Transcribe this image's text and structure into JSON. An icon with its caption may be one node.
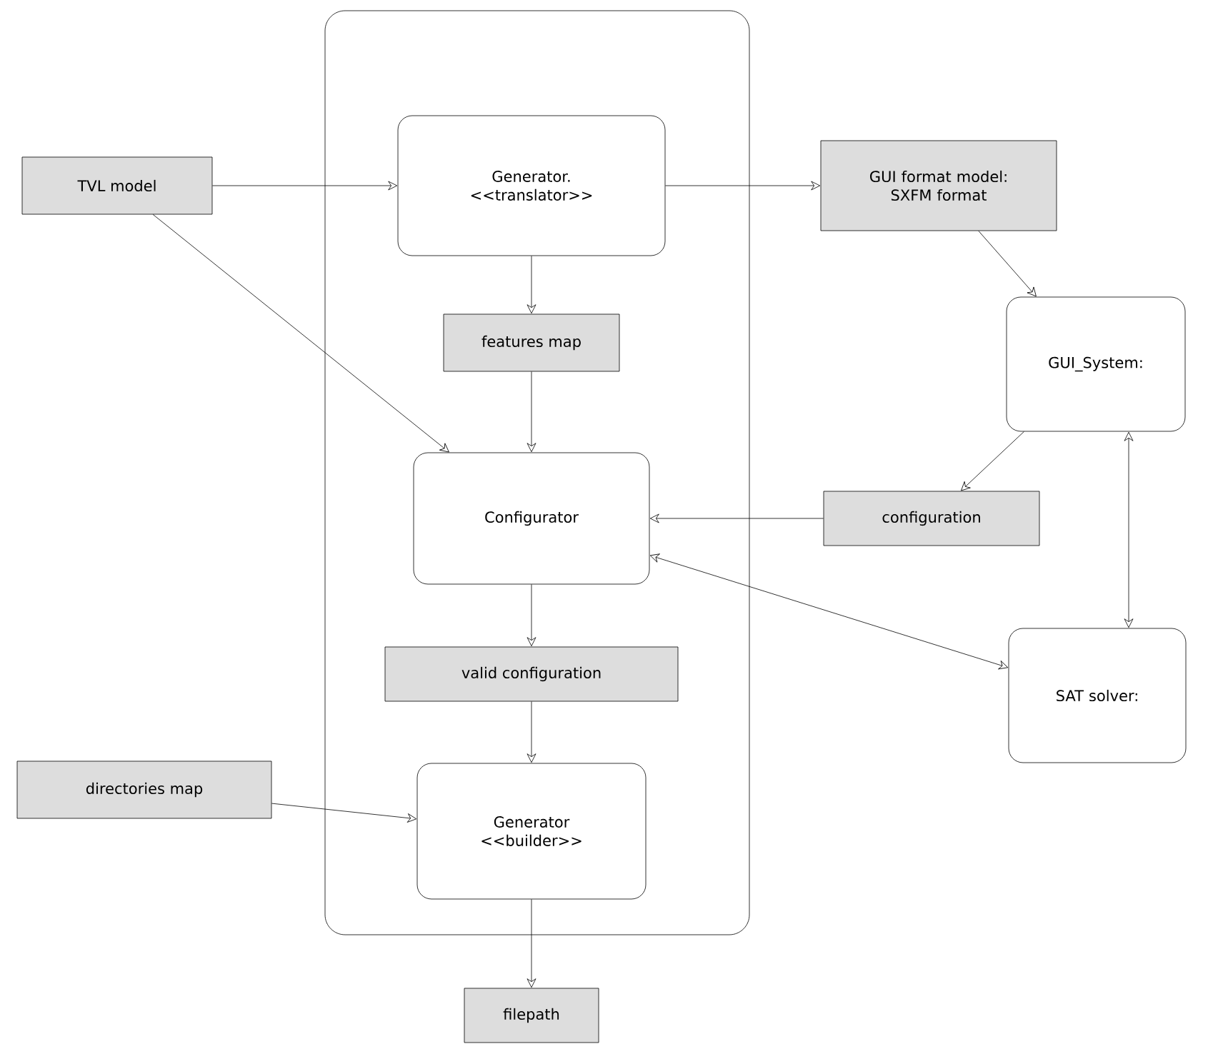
{
  "diagram": {
    "nodes": [
      {
        "text": [],
        "shape": "box"
      },
      {
        "text": [
          "TVL model"
        ]
      },
      {
        "text": [
          "Generator. <<translator>>"
        ],
        "in": 0
      },
      {
        "text": [
          "GUI format model: SXFM format"
        ]
      },
      {
        "text": [
          "features map"
        ],
        "in": 0
      },
      {
        "text": [
          "GUI_System:"
        ]
      },
      {
        "text": [
          "Configurator"
        ],
        "in": 0
      },
      {
        "text": [
          "configuration"
        ]
      },
      {
        "text": [
          "valid configuration"
        ],
        "in": 0
      },
      {
        "text": [
          "SAT solver:"
        ]
      },
      {
        "text": [
          "directories map"
        ]
      },
      {
        "text": [
          "Generator <<builder>>"
        ],
        "in": 0
      },
      {
        "text": [
          "filepath"
        ]
      }
    ],
    "edges": [
      {
        "from": 1,
        "to": 2,
        "arrow": "to"
      },
      {
        "from": 2,
        "to": 3,
        "arrow": "to"
      },
      {
        "from": 3,
        "to": 5,
        "arrow": "to"
      },
      {
        "from": 2,
        "to": 4,
        "arrow": "to"
      },
      {
        "from": 1,
        "to": 6,
        "arrow": "to"
      },
      {
        "from": 4,
        "to": 6,
        "arrow": "to"
      },
      {
        "from": 5,
        "to": 7,
        "arrow": "to"
      },
      {
        "from": 7,
        "to": 6,
        "arrow": "to"
      },
      {
        "from": 5,
        "to": 9,
        "arrow": "both"
      },
      {
        "from": 9,
        "to": 6,
        "arrow": "both"
      },
      {
        "from": 6,
        "to": 8,
        "arrow": "to"
      },
      {
        "from": 8,
        "to": 11,
        "arrow": "to"
      },
      {
        "from": 10,
        "to": 11,
        "arrow": "to"
      },
      {
        "from": 11,
        "to": 12,
        "arrow": "to"
      }
    ]
  }
}
